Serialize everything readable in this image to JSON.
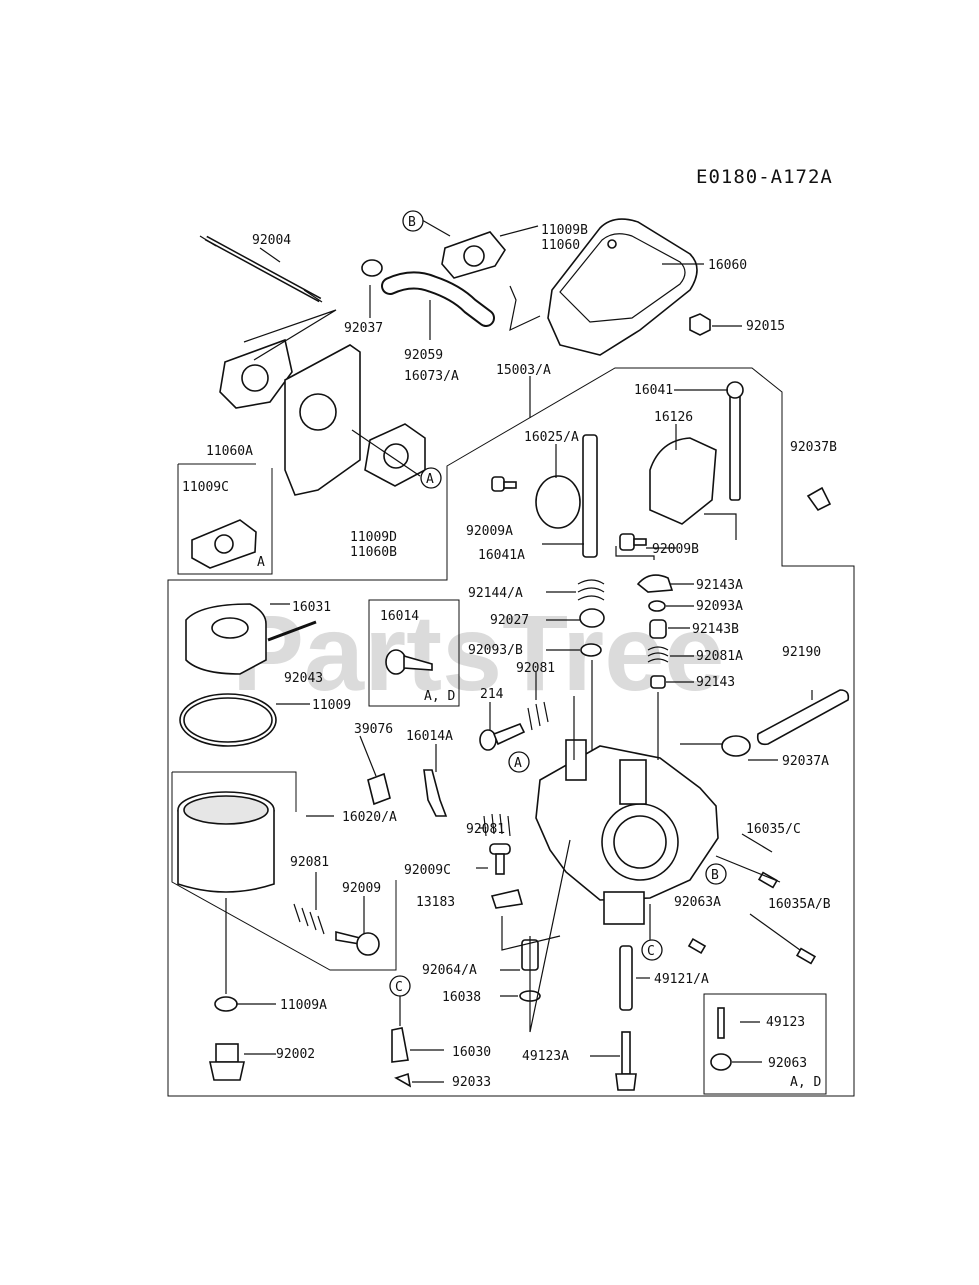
{
  "diagram": {
    "code": "E0180-A172A",
    "watermark": "PartsTree",
    "callouts": {
      "a": "A",
      "b": "B",
      "c": "C"
    },
    "box_notes": {
      "inset_11009c": "A",
      "inset_16014": "A, D",
      "inset_49123": "A, D"
    },
    "labels": {
      "p92004": "92004",
      "p11009b": "11009B",
      "p11060": "11060",
      "p16060": "16060",
      "p92037": "92037",
      "p92059": "92059",
      "p16073a": "16073/A",
      "p92015": "92015",
      "p15003a": "15003/A",
      "p16041": "16041",
      "p16126": "16126",
      "p16025a": "16025/A",
      "p92037b": "92037B",
      "p11060a": "11060A",
      "p11009c": "11009C",
      "p11009d": "11009D",
      "p11060b": "11060B",
      "p92009a": "92009A",
      "p16041a": "16041A",
      "p92009b": "92009B",
      "p92144a": "92144/A",
      "p92143a": "92143A",
      "p92093a": "92093A",
      "p16031": "16031",
      "p16014": "16014",
      "p92027": "92027",
      "p92143b": "92143B",
      "p92093b": "92093/B",
      "p92081a": "92081A",
      "p92190": "92190",
      "p92043": "92043",
      "p92081_top": "92081",
      "p92143": "92143",
      "p214": "214",
      "p11009": "11009",
      "p39076": "39076",
      "p16014a": "16014A",
      "p92037a": "92037A",
      "p16020a": "16020/A",
      "p92081_mid": "92081",
      "p16035c": "16035/C",
      "p92009c": "92009C",
      "p92081_left": "92081",
      "p92009": "92009",
      "p13183": "13183",
      "p92063a": "92063A",
      "p16035ab": "16035A/B",
      "p92064a": "92064/A",
      "p49121a": "49121/A",
      "p11009a": "11009A",
      "p16038": "16038",
      "p49123": "49123",
      "p92002": "92002",
      "p16030": "16030",
      "p92063": "92063",
      "p49123a": "49123A",
      "p92033": "92033"
    }
  }
}
